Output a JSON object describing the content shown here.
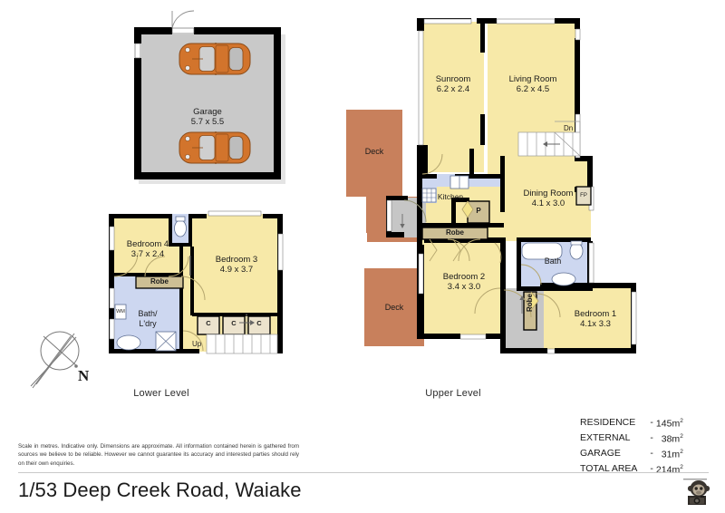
{
  "document": {
    "address": "1/53 Deep Creek Road, Waiake",
    "disclaimer": "Scale in metres. Indicative only. Dimensions are approximate. All information contained herein is gathered from sources we believe to be reliable. However we cannot guarantee its accuracy and interested parties should rely on their own enquiries.",
    "compass_label": "N",
    "logo_name": "photographer-monkey-logo"
  },
  "levels": {
    "lower": "Lower Level",
    "upper": "Upper Level"
  },
  "garage": {
    "name": "Garage",
    "dimensions": "5.7 x 5.5"
  },
  "lower_level": {
    "rooms": [
      {
        "name": "Bedroom 4",
        "dimensions": "3.7 x 2.4"
      },
      {
        "name": "Bedroom 3",
        "dimensions": "4.9 x 3.7"
      },
      {
        "name": "Bath/",
        "name2": "L'dry",
        "dimensions": ""
      }
    ],
    "labels": {
      "robe": "Robe",
      "wm": "WM",
      "cupboard_1": "C",
      "cupboard_2": "C",
      "cupboard_3": "C",
      "stairs_up": "Up"
    }
  },
  "upper_level": {
    "rooms": [
      {
        "name": "Sunroom",
        "dimensions": "6.2 x 2.4"
      },
      {
        "name": "Living Room",
        "dimensions": "6.2 x 4.5"
      },
      {
        "name": "Dining Room",
        "dimensions": "4.1 x 3.0"
      },
      {
        "name": "Kitchen",
        "dimensions": ""
      },
      {
        "name": "Bath",
        "dimensions": ""
      },
      {
        "name": "Bedroom 2",
        "dimensions": "3.4 x 3.0"
      },
      {
        "name": "Bedroom 1",
        "dimensions": "4.1x 3.3"
      }
    ],
    "labels": {
      "deck_upper": "Deck",
      "deck_lower": "Deck",
      "stairs_down": "Dn",
      "fireplace": "FP",
      "pantry": "P",
      "robe_kitchen": "Robe",
      "robe_bed1": "Robe"
    }
  },
  "areas": {
    "title": "",
    "rows": [
      {
        "label": "RESIDENCE",
        "dash": "-",
        "value": "145m",
        "unit": "2"
      },
      {
        "label": "EXTERNAL",
        "dash": "-",
        "value": "38m",
        "unit": "2"
      },
      {
        "label": "GARAGE",
        "dash": "-",
        "value": "31m",
        "unit": "2"
      },
      {
        "label": "TOTAL AREA",
        "dash": "-",
        "value": "214m",
        "unit": "2"
      }
    ]
  },
  "colors": {
    "room_fill": "#f7e9a8",
    "wall": "#000000",
    "deck": "#c8805c",
    "wet_area": "#cdd7f0",
    "grey_area": "#c6c6c6",
    "garage_floor": "#c9c9c9",
    "car_body": "#d2742c",
    "joinery": "#cdbf95",
    "glass": "#ffffff"
  }
}
